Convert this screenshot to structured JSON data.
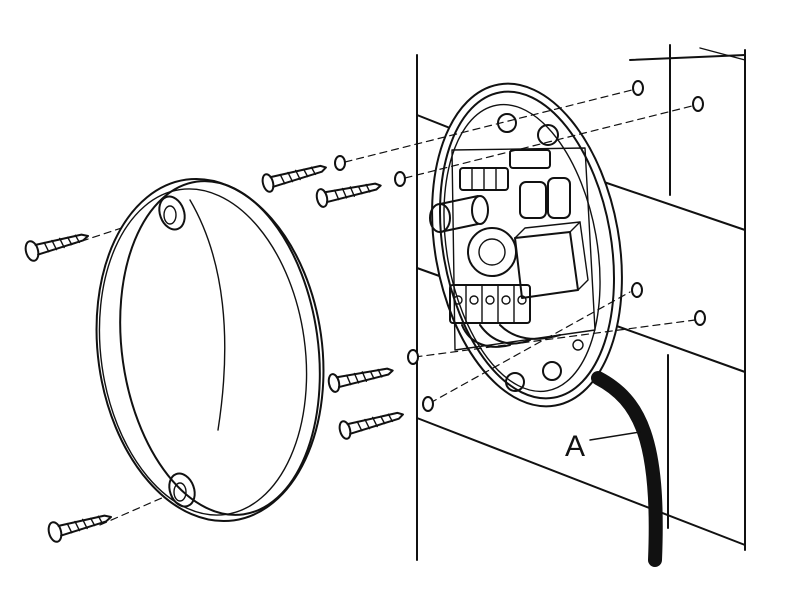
{
  "diagram": {
    "callouts": [
      {
        "id": "A",
        "label": "A",
        "target": "cable"
      }
    ],
    "parts": [
      "cover",
      "base-unit",
      "circuit-board",
      "screws",
      "washers",
      "wall",
      "cable"
    ],
    "line_color": "#111111",
    "background": "#ffffff"
  }
}
